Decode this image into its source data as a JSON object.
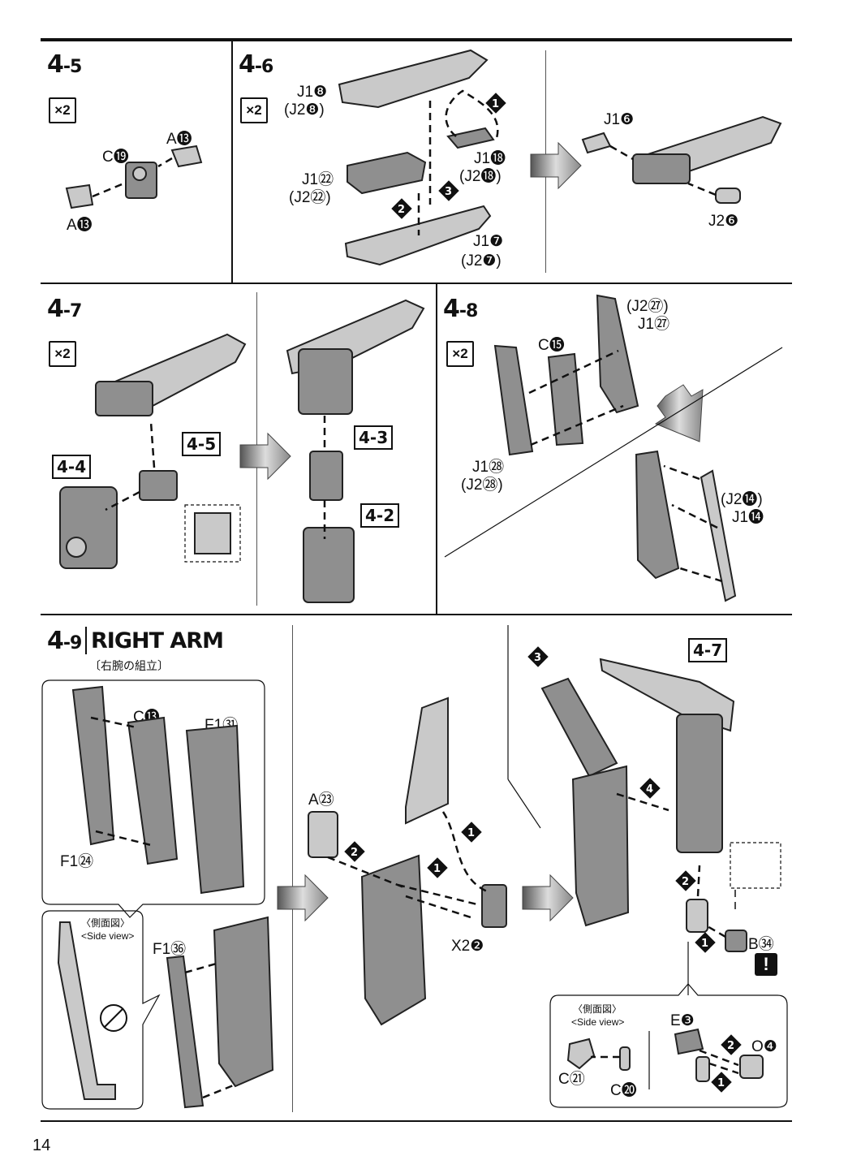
{
  "steps": {
    "s45": {
      "num": "4",
      "sub": "-5",
      "qty": "×2",
      "labels": {
        "a13_top": "A⓭",
        "c19": "C⓳",
        "a13_bottom": "A⓭"
      }
    },
    "s46": {
      "num": "4",
      "sub": "-6",
      "qty": "×2",
      "labels": {
        "j18a": "J1❽",
        "j28a": "(J2❽)",
        "j22a": "J1㉒",
        "j22b": "(J2㉒)",
        "j118": "J1⓲",
        "j218": "(J2⓲)",
        "j17": "J1❼",
        "j27": "(J2❼)",
        "j16": "J1❻",
        "j26": "J2❻"
      }
    },
    "s47": {
      "num": "4",
      "sub": "-7",
      "qty": "×2",
      "refs": {
        "r45": "4-5",
        "r44": "4-4",
        "r43": "4-3",
        "r42": "4-2"
      }
    },
    "s48": {
      "num": "4",
      "sub": "-8",
      "qty": "×2",
      "labels": {
        "j227": "(J2㉗)",
        "j127": "J1㉗",
        "c15": "C⓯",
        "j128": "J1㉘",
        "j228": "(J2㉘)",
        "j214": "(J2⓮)",
        "j114": "J1⓮"
      }
    },
    "s49": {
      "num": "4",
      "sub": "-9",
      "title": "RIGHT ARM",
      "subtitle": "〔右腕の組立〕",
      "labels": {
        "c13": "C⓭",
        "f131": "F1㉛",
        "f124": "F1㉔",
        "f136": "F1㊱",
        "a23": "A㉓",
        "x22": "X2❷",
        "b34": "B㉞",
        "e3": "E❸",
        "o4": "O❹",
        "c21": "C㉑",
        "c20": "C⓴"
      },
      "side_view_jp": "〈側面図〉",
      "side_view_en": "<Side view>",
      "ref47": "4-7",
      "warning": "!"
    }
  },
  "page_number": "14"
}
